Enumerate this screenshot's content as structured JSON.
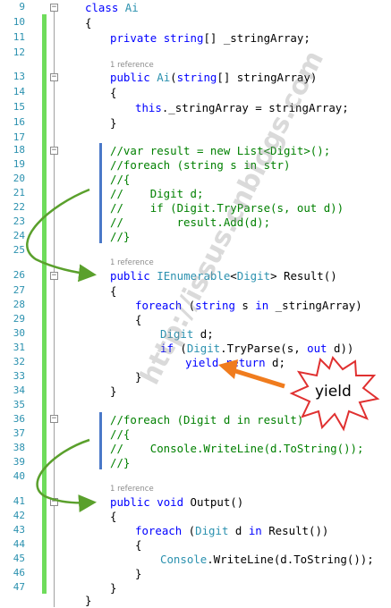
{
  "line_numbers": [
    "9",
    "10",
    "11",
    "12",
    "13",
    "14",
    "15",
    "16",
    "17",
    "18",
    "19",
    "20",
    "21",
    "22",
    "23",
    "24",
    "25",
    "26",
    "27",
    "28",
    "29",
    "30",
    "31",
    "32",
    "33",
    "34",
    "35",
    "36",
    "37",
    "38",
    "39",
    "40",
    "41",
    "42",
    "43",
    "44",
    "45",
    "46",
    "47"
  ],
  "reference_label": "1 reference",
  "code": {
    "l9": {
      "kw": "class",
      "ty": "Ai"
    },
    "l10": "{",
    "l11": {
      "kw": "private",
      "ty": "string",
      "rest": "[] _stringArray;"
    },
    "l13": {
      "kw": "public",
      "ty": "Ai",
      "p1": "(",
      "ty2": "string",
      "p2": "[] stringArray)"
    },
    "l14": "{",
    "l15": {
      "kw": "this",
      "rest": "._stringArray = stringArray;"
    },
    "l16": "}",
    "l18": "//var result = new List<Digit>();",
    "l19": "//foreach (string s in str)",
    "l20": "//{",
    "l21": "//    Digit d;",
    "l22": "//    if (Digit.TryParse(s, out d))",
    "l23": "//        result.Add(d);",
    "l24": "//}",
    "l26": {
      "kw": "public",
      "ty": "IEnumerable",
      "p1": "<",
      "ty2": "Digit",
      "p2": "> Result()"
    },
    "l27": "{",
    "l28": {
      "kw": "foreach",
      "p1": " (",
      "kw2": "string",
      "p2": " s ",
      "kw3": "in",
      "p3": " _stringArray)"
    },
    "l29": "{",
    "l30": {
      "ty": "Digit",
      "rest": " d;"
    },
    "l31": {
      "kw": "if",
      "p1": " (",
      "ty": "Digit",
      "p2": ".TryParse(s, ",
      "kw2": "out",
      "p3": " d))"
    },
    "l32": {
      "kw": "yield",
      "p1": " ",
      "kw2": "return",
      "p2": " d;"
    },
    "l33": "}",
    "l34": "}",
    "l36": "//foreach (Digit d in result)",
    "l37": "//{",
    "l38": "//    Console.WriteLine(d.ToString());",
    "l39": "//}",
    "l41": {
      "kw": "public",
      "kw2": "void",
      "rest": " Output()"
    },
    "l42": "{",
    "l43": {
      "kw": "foreach",
      "p1": " (",
      "ty": "Digit",
      "p2": " d ",
      "kw2": "in",
      "p3": " Result())"
    },
    "l44": "{",
    "l45": {
      "ty": "Console",
      "rest": ".WriteLine(d.ToString());"
    },
    "l46": "}",
    "l47": "}",
    "l48": "}"
  },
  "callout_label": "yield",
  "watermark": "http://issus.cnblogs.com",
  "colors": {
    "keyword": "#0000ff",
    "type": "#2b91af",
    "comment": "#008000",
    "change_bar": "#6fdc5c",
    "comment_bar": "#4a78c8",
    "green_arrow": "#5aa02c",
    "orange_arrow": "#f07c1e",
    "starburst": "#e03030"
  }
}
